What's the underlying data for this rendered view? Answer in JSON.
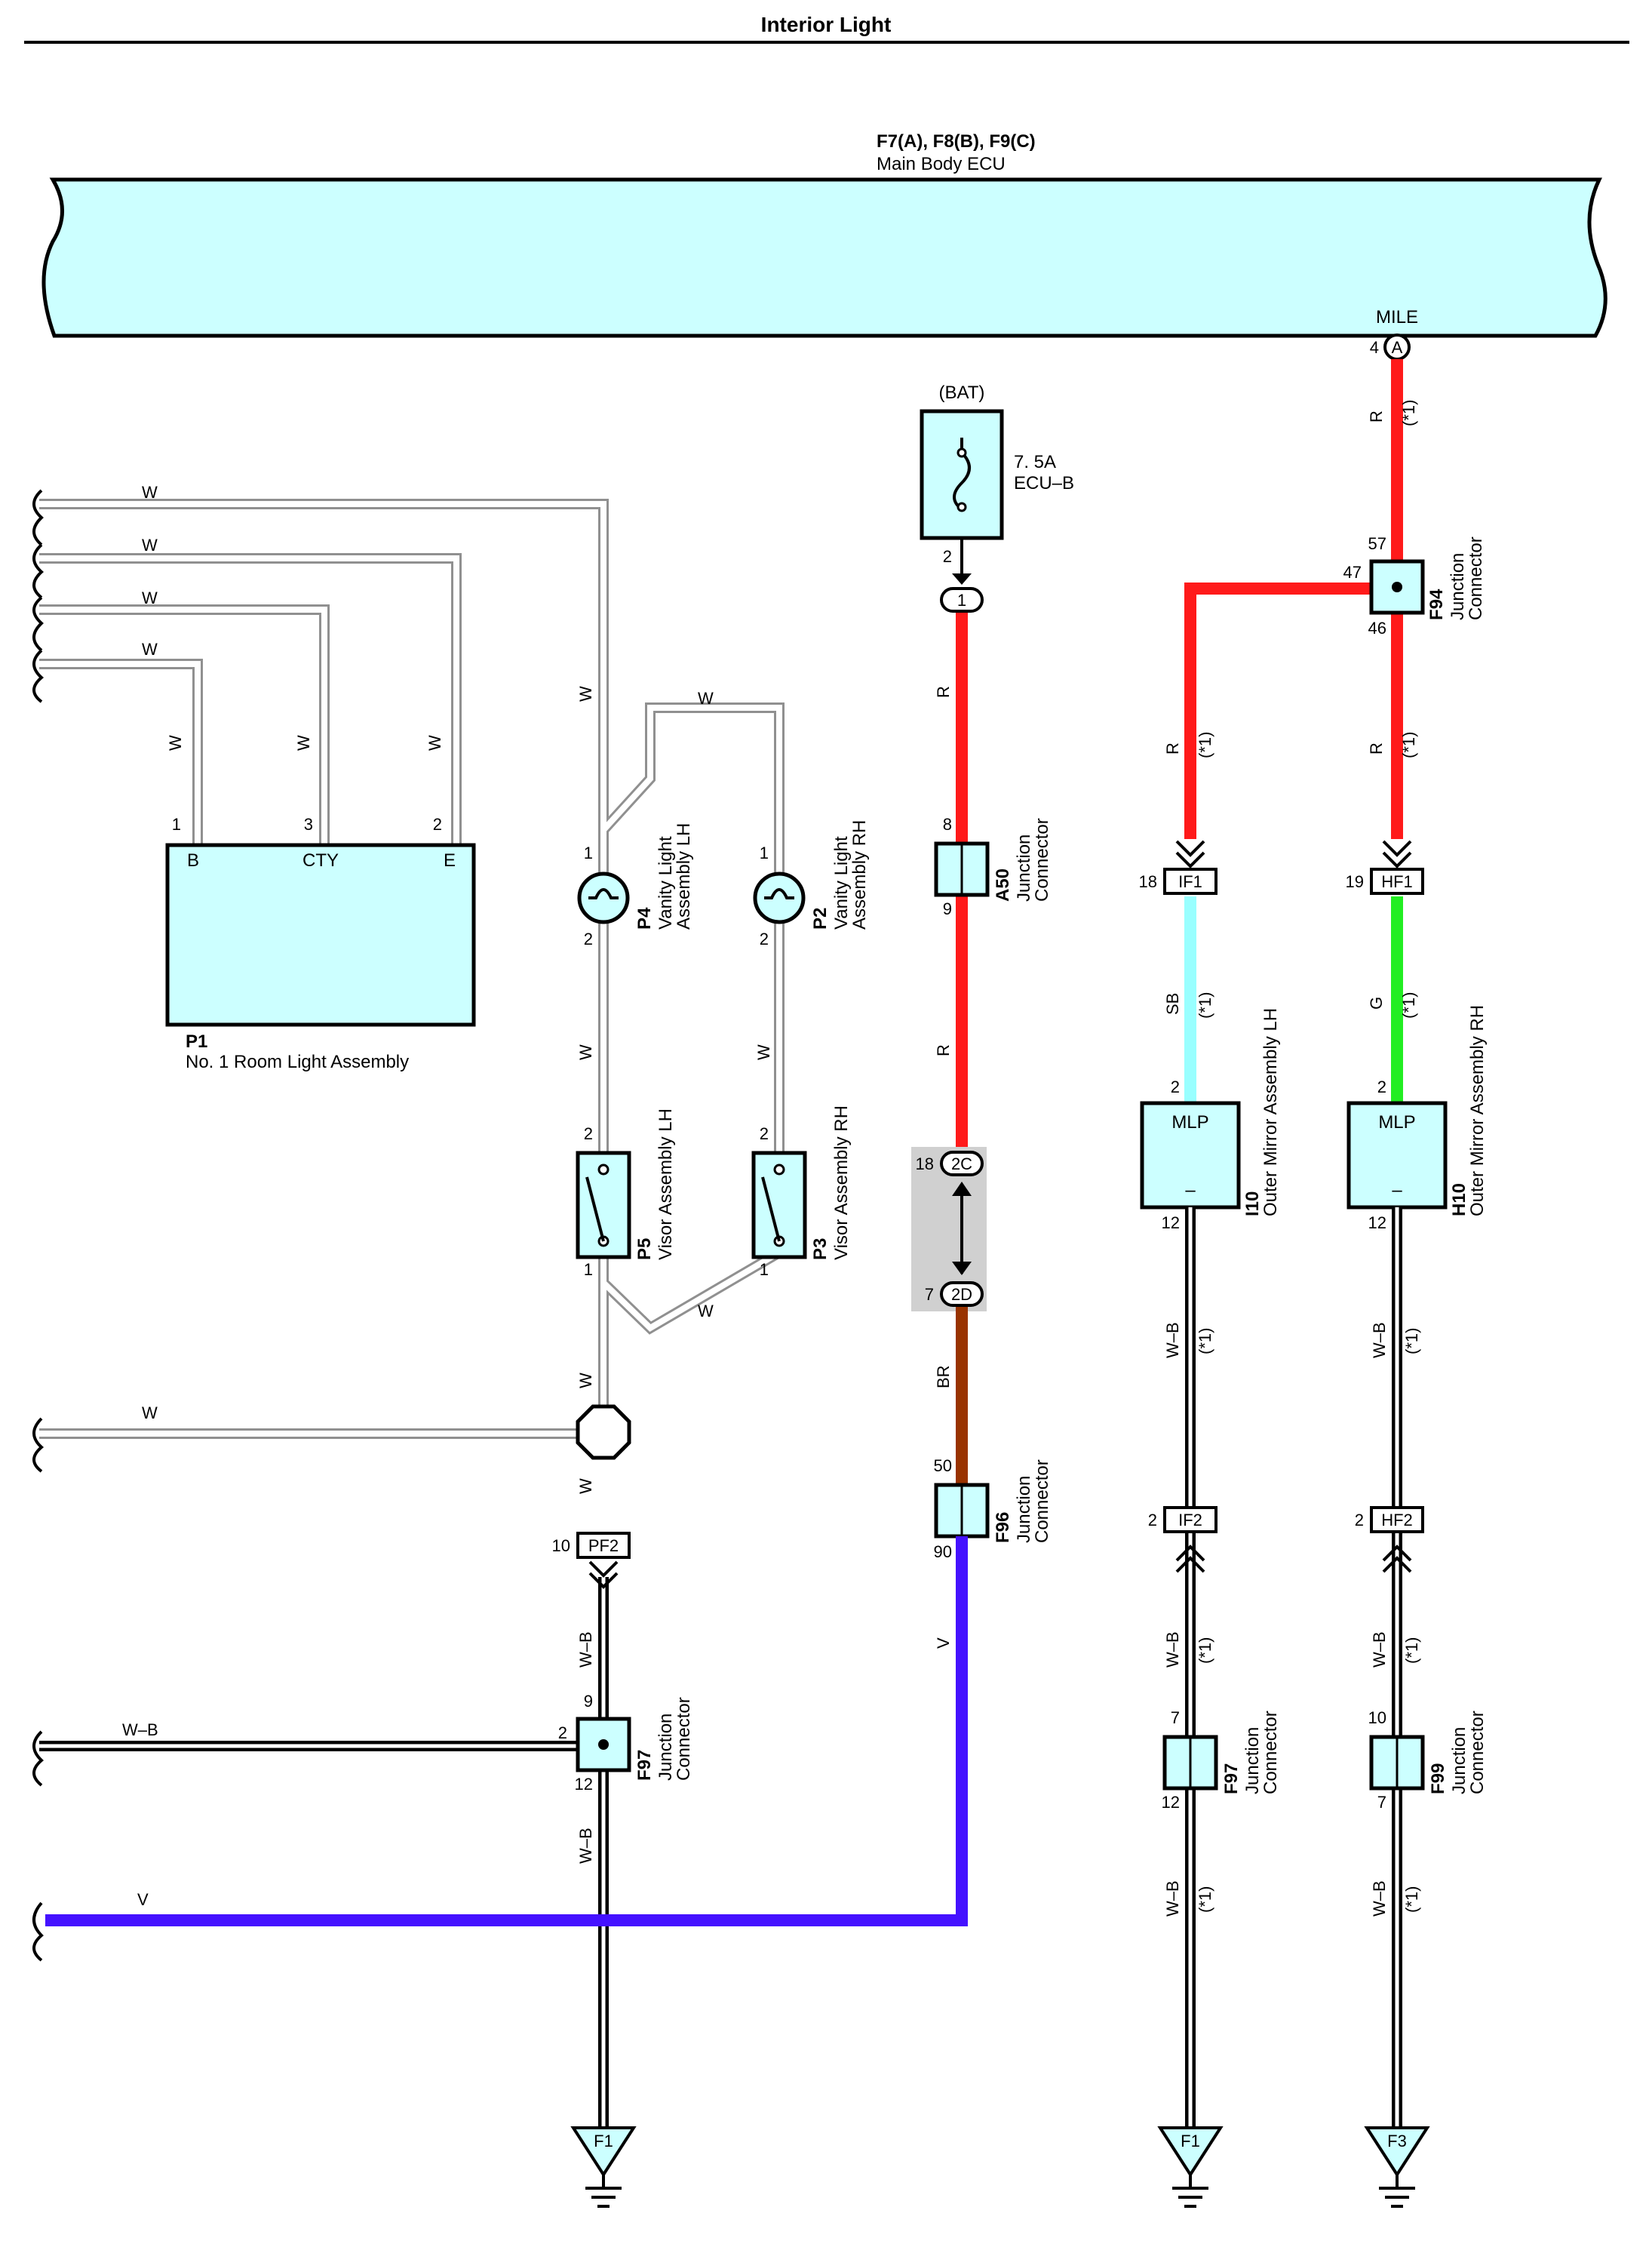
{
  "title": "Interior Light",
  "ecu": {
    "code": "F7(A), F8(B), F9(C)",
    "name": "Main Body ECU",
    "terminal": "MILE",
    "pin": "4",
    "conn": "A"
  },
  "fuse": {
    "source": "(BAT)",
    "rating": "7. 5A",
    "name": "ECU–B",
    "pin": "2"
  },
  "fuse_pin_badge": "1",
  "wire_colors": {
    "R": "#ff1a1a",
    "SB": "#99ffff",
    "G": "#22ee22",
    "BR": "#993300",
    "V": "#4411ff",
    "W": "#ffffff",
    "WB": "#000000"
  },
  "wire_labels": {
    "W": "W",
    "R": "R",
    "SB": "SB",
    "G": "G",
    "BR": "BR",
    "V": "V",
    "WB": "W–B",
    "star": "(*1)"
  },
  "p1": {
    "code": "P1",
    "name": "No.  1 Room Light Assembly",
    "t1": "B",
    "t2": "CTY",
    "t3": "E",
    "p1": "1",
    "p2": "3",
    "p3": "2"
  },
  "p4": {
    "code": "P4",
    "name1": "Vanity Light",
    "name2": "Assembly LH",
    "top": "1",
    "bot": "2"
  },
  "p2": {
    "code": "P2",
    "name1": "Vanity Light",
    "name2": "Assembly RH",
    "top": "1",
    "bot": "2"
  },
  "p5": {
    "code": "P5",
    "name": "Visor Assembly LH",
    "top": "2",
    "bot": "1"
  },
  "p3": {
    "code": "P3",
    "name": "Visor Assembly RH",
    "top": "2",
    "bot": "1"
  },
  "a50": {
    "code": "A50",
    "name1": "Junction",
    "name2": "Connector",
    "top": "8",
    "bot": "9"
  },
  "pass": {
    "c1": "2C",
    "c1pin": "18",
    "c2": "2D",
    "c2pin": "7"
  },
  "f96": {
    "code": "F96",
    "name1": "Junction",
    "name2": "Connector",
    "top": "50",
    "bot": "90"
  },
  "f94": {
    "code": "F94",
    "name1": "Junction",
    "name2": "Connector",
    "top": "57",
    "left": "47",
    "bot": "46"
  },
  "if1": {
    "label": "IF1",
    "pin": "18"
  },
  "hf1": {
    "label": "HF1",
    "pin": "19"
  },
  "i10": {
    "code": "I10",
    "name": "Outer Mirror Assembly LH",
    "term": "MLP",
    "minus": "–",
    "top": "2",
    "bot": "12"
  },
  "h10": {
    "code": "H10",
    "name": "Outer Mirror Assembly RH",
    "term": "MLP",
    "minus": "–",
    "top": "2",
    "bot": "12"
  },
  "if2": {
    "label": "IF2",
    "pin": "2"
  },
  "hf2": {
    "label": "HF2",
    "pin": "2"
  },
  "pf2": {
    "label": "PF2",
    "pin": "10"
  },
  "f97a": {
    "code": "F97",
    "name1": "Junction",
    "name2": "Connector",
    "top": "9",
    "left": "2",
    "bot": "12"
  },
  "f97b": {
    "code": "F97",
    "name1": "Junction",
    "name2": "Connector",
    "top": "7",
    "bot": "12"
  },
  "f99": {
    "code": "F99",
    "name1": "Junction",
    "name2": "Connector",
    "top": "10",
    "bot": "7"
  },
  "grounds": {
    "g1": "F1",
    "g2": "F1",
    "g3": "F3"
  }
}
